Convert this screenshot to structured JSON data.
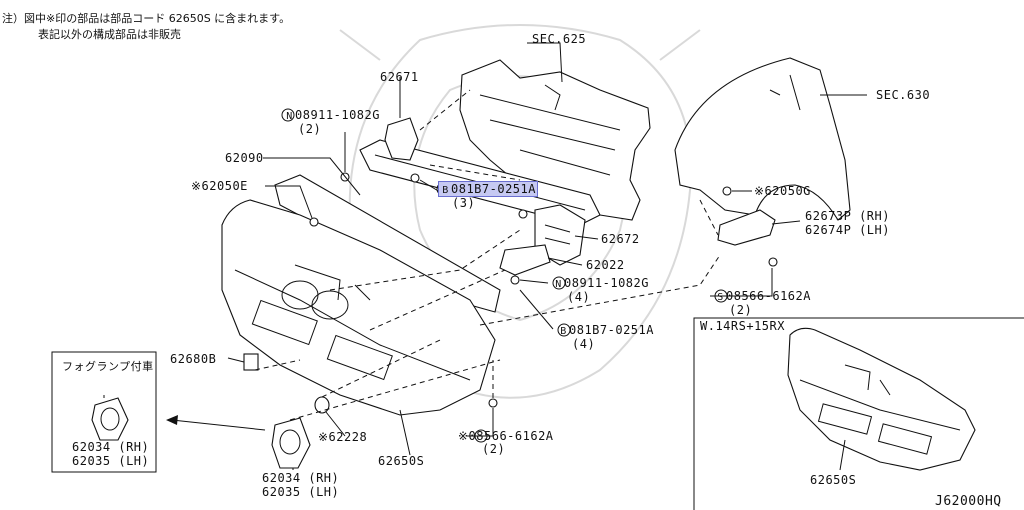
{
  "notes": {
    "line1": "注）図中※印の部品は部品コード 62650S に含まれます。",
    "line2": "表記以外の構成部品は非販売"
  },
  "labels": {
    "sec625": "SEC.625",
    "sec630": "SEC.630",
    "p62671": "62671",
    "p08911_top": "08911-1082G",
    "p08911_top_qty": "(2)",
    "p62090": "62090",
    "p62050e": "※62050E",
    "p081b7_top": "081B7-0251A",
    "p081b7_top_qty": "(3)",
    "p62672": "62672",
    "p62022": "62022",
    "p08911_mid": "08911-1082G",
    "p08911_mid_qty": "(4)",
    "p62050g": "※62050G",
    "p62673p": "62673P (RH)",
    "p62674p": "62674P (LH)",
    "p08566_right": "08566-6162A",
    "p08566_right_qty": "(2)",
    "p081b7_bot": "081B7-0251A",
    "p081b7_bot_qty": "(4)",
    "p62680b": "62680B",
    "p62228": "※62228",
    "p08566_bot": "※08566-6162A",
    "p08566_bot_qty": "(2)",
    "p62650s": "62650S",
    "inset_left_title": "フォグランプ付車",
    "inset_left_rh": "62034 (RH)",
    "inset_left_lh": "62035 (LH)",
    "p62034_main": "62034 (RH)",
    "p62035_main": "62035 (LH)",
    "inset_right_title": "W.14RS+15RX",
    "inset_right_part": "62650S",
    "diagram_code": "J62000HQ"
  },
  "symbols": {
    "n": "N",
    "b": "B",
    "s": "S"
  },
  "highlight_color": "#c6c9f2"
}
